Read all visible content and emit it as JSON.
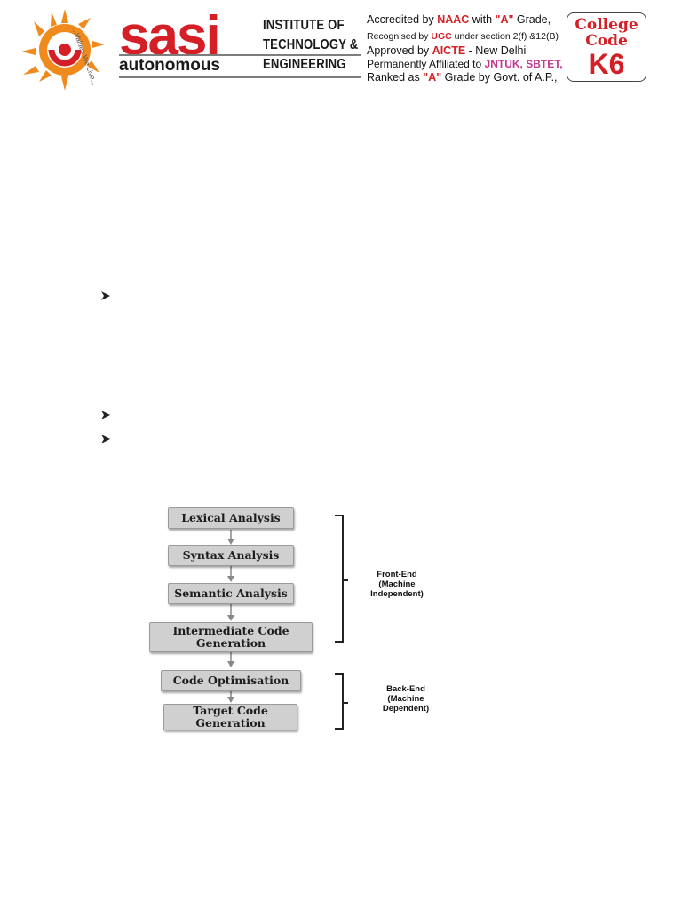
{
  "header": {
    "logo_tagline": "...Values We Live...",
    "brand_word": "sasi",
    "brand_sub": "autonomous",
    "institute_lines": [
      "INSTITUTE OF",
      "TECHNOLOGY &",
      "ENGINEERING"
    ],
    "accreditation": [
      {
        "text1": "Accredited by ",
        "hl1": "NAAC",
        "text2": " with ",
        "hl2": "\"A\"",
        "text3": " Grade,"
      },
      {
        "text1": "Recognised by ",
        "hl1": "UGC",
        "text2": " under section 2(f) &12(B)",
        "hl2": "",
        "text3": ""
      },
      {
        "text1": "Approved  by  ",
        "hl1": "AICTE",
        "text2": " - New Delhi",
        "hl2": "",
        "text3": ""
      },
      {
        "text1": "Permanently Affiliated to ",
        "hl1": "JNTUK, SBTET,",
        "text2": "",
        "hl2": "",
        "text3": ""
      },
      {
        "text1": "Ranked as ",
        "hl1": "\"A\"",
        "text2": " Grade by Govt. of A.P.,",
        "hl2": "",
        "text3": ""
      }
    ],
    "college_code": {
      "line1": "College",
      "line2": "Code",
      "code": "K6"
    }
  },
  "diagram": {
    "stages": [
      "Lexical Analysis",
      "Syntax Analysis",
      "Semantic Analysis",
      "Intermediate Code Generation",
      "Code Optimisation",
      "Target Code Generation"
    ],
    "front_end_label": [
      "Front-End",
      "(Machine",
      "Independent)"
    ],
    "back_end_label": [
      "Back-End",
      "(Machine",
      "Dependent)"
    ]
  },
  "colors": {
    "brand_red": "#d51f26",
    "sun_orange": "#f08a1c",
    "box_fill": "#d0d0d0",
    "highlight_pink": "#c0398f"
  }
}
